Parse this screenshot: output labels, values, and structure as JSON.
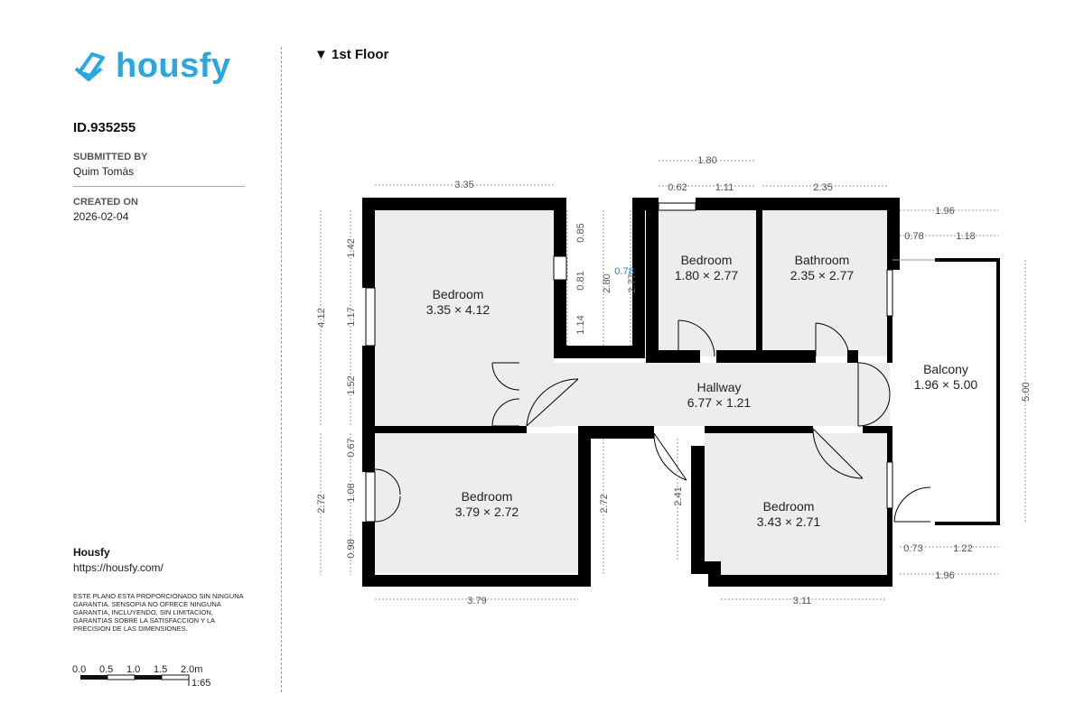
{
  "brand": {
    "name": "housfy",
    "color": "#2aa7e0"
  },
  "plan_id": "ID.935255",
  "submitted_by": {
    "label": "SUBMITTED BY",
    "value": "Quim Tomàs"
  },
  "created_on": {
    "label": "CREATED ON",
    "value": "2026-02-04"
  },
  "company": {
    "name": "Housfy",
    "url": "https://housfy.com/"
  },
  "disclaimer": "ESTE PLANO ESTA PROPORCIONADO SIN NINGUNA GARANTIA. SENSOPIA NO OFRECE NINGUNA GARANTIA, INCLUYENDO, SIN LIMITACION, GARANTIAS SOBRE LA SATISFACCION Y LA PRECISION DE LAS DIMENSIONES.",
  "scale": {
    "ticks": [
      "0.0",
      "0.5",
      "1.0",
      "1.5",
      "2.0m"
    ],
    "ratio": "1:65"
  },
  "floor": {
    "title": "1st Floor",
    "marker": "▼"
  },
  "rooms": [
    {
      "name": "Bedroom",
      "size": "3.35 × 4.12"
    },
    {
      "name": "Bedroom",
      "size": "1.80 × 2.77"
    },
    {
      "name": "Bathroom",
      "size": "2.35 × 2.77"
    },
    {
      "name": "Hallway",
      "size": "6.77 × 1.21"
    },
    {
      "name": "Balcony",
      "size": "1.96 × 5.00"
    },
    {
      "name": "Bedroom",
      "size": "3.79 × 2.72"
    },
    {
      "name": "Bedroom",
      "size": "3.43 × 2.71"
    }
  ],
  "dims": {
    "top_left": "3.35",
    "top_mid": "1.80",
    "top_mid_a": "0.62",
    "top_mid_b": "1.11",
    "top_right": "2.35",
    "left_total": "4.12",
    "left_a": "1.42",
    "left_b": "1.17",
    "left_c": "1.52",
    "closet_a": "0.85",
    "closet_b": "0.81",
    "closet_c": "1.14",
    "closet_h": "2.80",
    "mid_h": "2.77",
    "mid_blue": "0.78",
    "left2_total": "2.72",
    "left2_a": "0.67",
    "left2_b": "1.08",
    "left2_c": "0.98",
    "bottom_left": "3.79",
    "mid2_h": "2.72",
    "br4_h": "2.41",
    "bottom_right": "3.11",
    "balc_top": "1.96",
    "balc_a": "0.78",
    "balc_b": "1.18",
    "balc_h": "5.00",
    "balc_c": "0.73",
    "balc_d": "1.22",
    "balc_bottom": "1.96"
  }
}
